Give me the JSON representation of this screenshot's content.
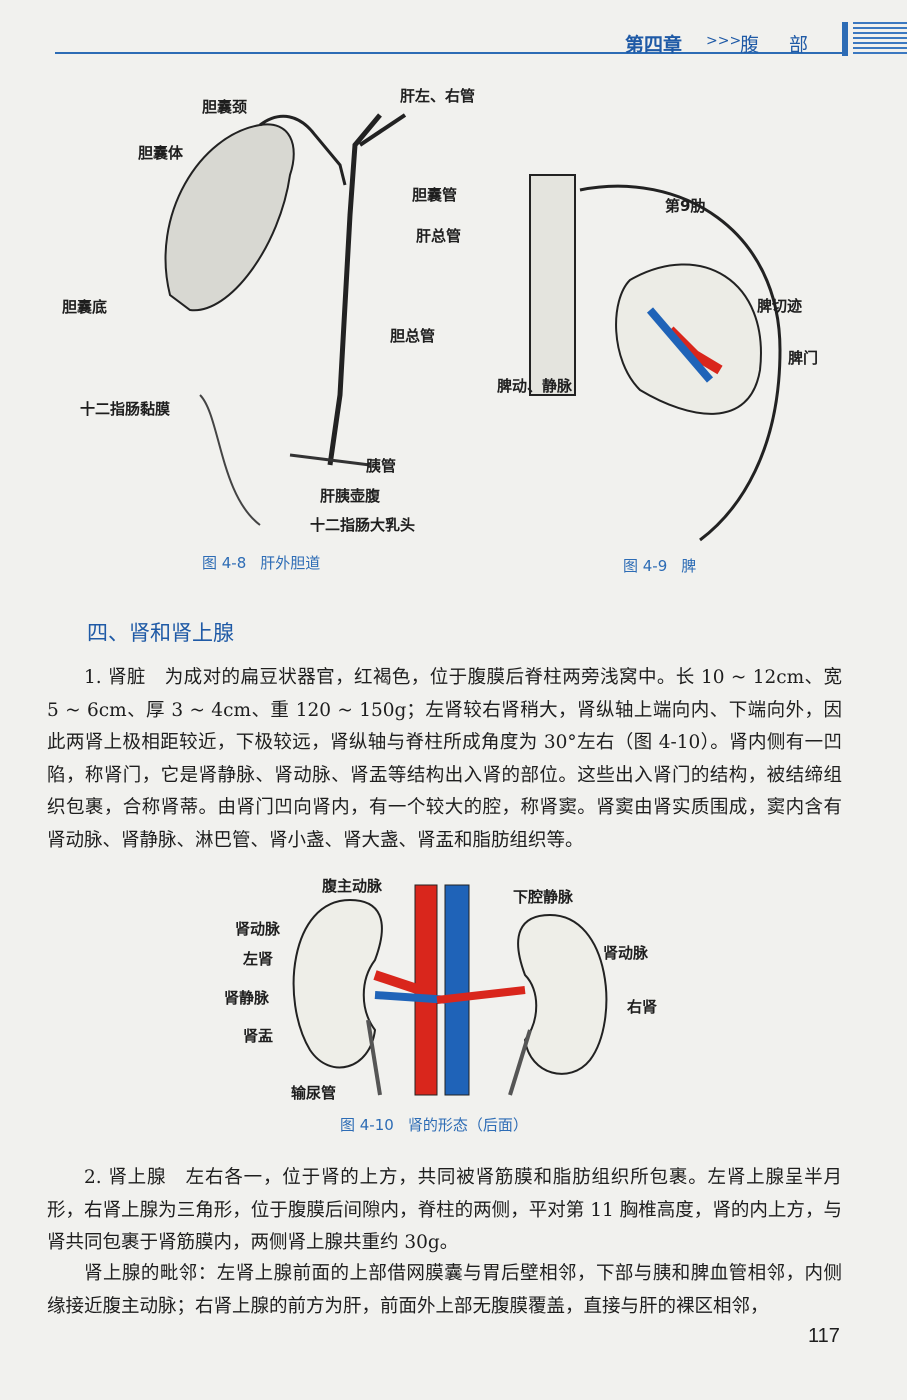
{
  "header": {
    "chapter": "第四章",
    "arrows": ">>>",
    "part": "腹部"
  },
  "fig48": {
    "labels": [
      "肝左、右管",
      "胆囊颈",
      "胆囊体",
      "胆囊管",
      "肝总管",
      "胆囊底",
      "胆总管",
      "十二指肠黏膜",
      "胰管",
      "肝胰壶腹",
      "十二指肠大乳头"
    ],
    "caption_num": "图 4-8",
    "caption_title": "肝外胆道"
  },
  "fig49": {
    "labels": [
      "第9肋",
      "脾切迹",
      "脾门",
      "脾动、静脉"
    ],
    "caption_num": "图 4-9",
    "caption_title": "脾"
  },
  "section_title": "四、肾和肾上腺",
  "para1": "1. 肾脏　为成对的扁豆状器官，红褐色，位于腹膜后脊柱两旁浅窝中。长 10 ~ 12cm、宽 5 ~ 6cm、厚 3 ~ 4cm、重 120 ~ 150g；左肾较右肾稍大，肾纵轴上端向内、下端向外，因此两肾上极相距较近，下极较远，肾纵轴与脊柱所成角度为 30°左右（图 4-10）。肾内侧有一凹陷，称肾门，它是肾静脉、肾动脉、肾盂等结构出入肾的部位。这些出入肾门的结构，被结缔组织包裹，合称肾蒂。由肾门凹向肾内，有一个较大的腔，称肾窦。肾窦由肾实质围成，窦内含有肾动脉、肾静脉、淋巴管、肾小盏、肾大盏、肾盂和脂肪组织等。",
  "fig410": {
    "labels": [
      "腹主动脉",
      "下腔静脉",
      "肾动脉",
      "左肾",
      "肾动脉",
      "肾静脉",
      "右肾",
      "肾盂",
      "输尿管"
    ],
    "caption_num": "图 4-10",
    "caption_title": "肾的形态（后面）"
  },
  "para2": "2. 肾上腺　左右各一，位于肾的上方，共同被肾筋膜和脂肪组织所包裹。左肾上腺呈半月形，右肾上腺为三角形，位于腹膜后间隙内，脊柱的两侧，平对第 11 胸椎高度，肾的内上方，与肾共同包裹于肾筋膜内，两侧肾上腺共重约 30g。",
  "para3": "肾上腺的毗邻：左肾上腺前面的上部借网膜囊与胃后壁相邻，下部与胰和脾血管相邻，内侧缘接近腹主动脉；右肾上腺的前方为肝，前面外上部无腹膜覆盖，直接与肝的裸区相邻，",
  "page_number": "117",
  "colors": {
    "accent": "#2d6cb5",
    "artery": "#d9261c",
    "vein": "#1f63b8"
  }
}
